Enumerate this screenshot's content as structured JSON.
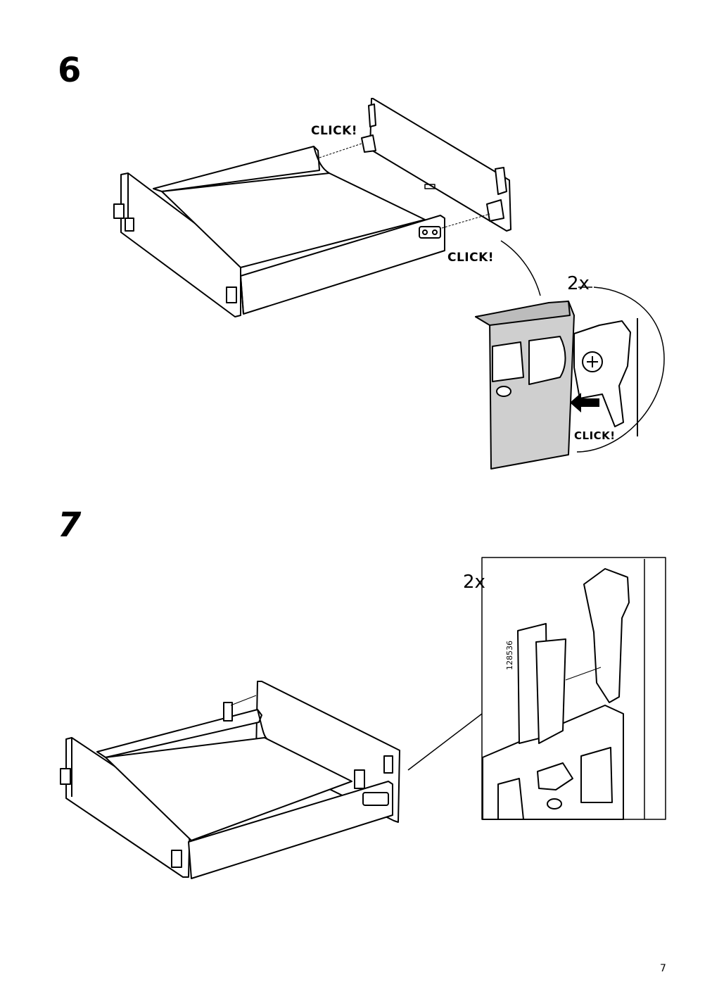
{
  "steps": [
    {
      "number": "6",
      "click_labels": [
        "CLICK!",
        "CLICK!",
        "CLICK!"
      ],
      "quantity": "2x"
    },
    {
      "number": "7",
      "quantity": "2x",
      "part_number": "128536"
    }
  ],
  "page_number": "7"
}
